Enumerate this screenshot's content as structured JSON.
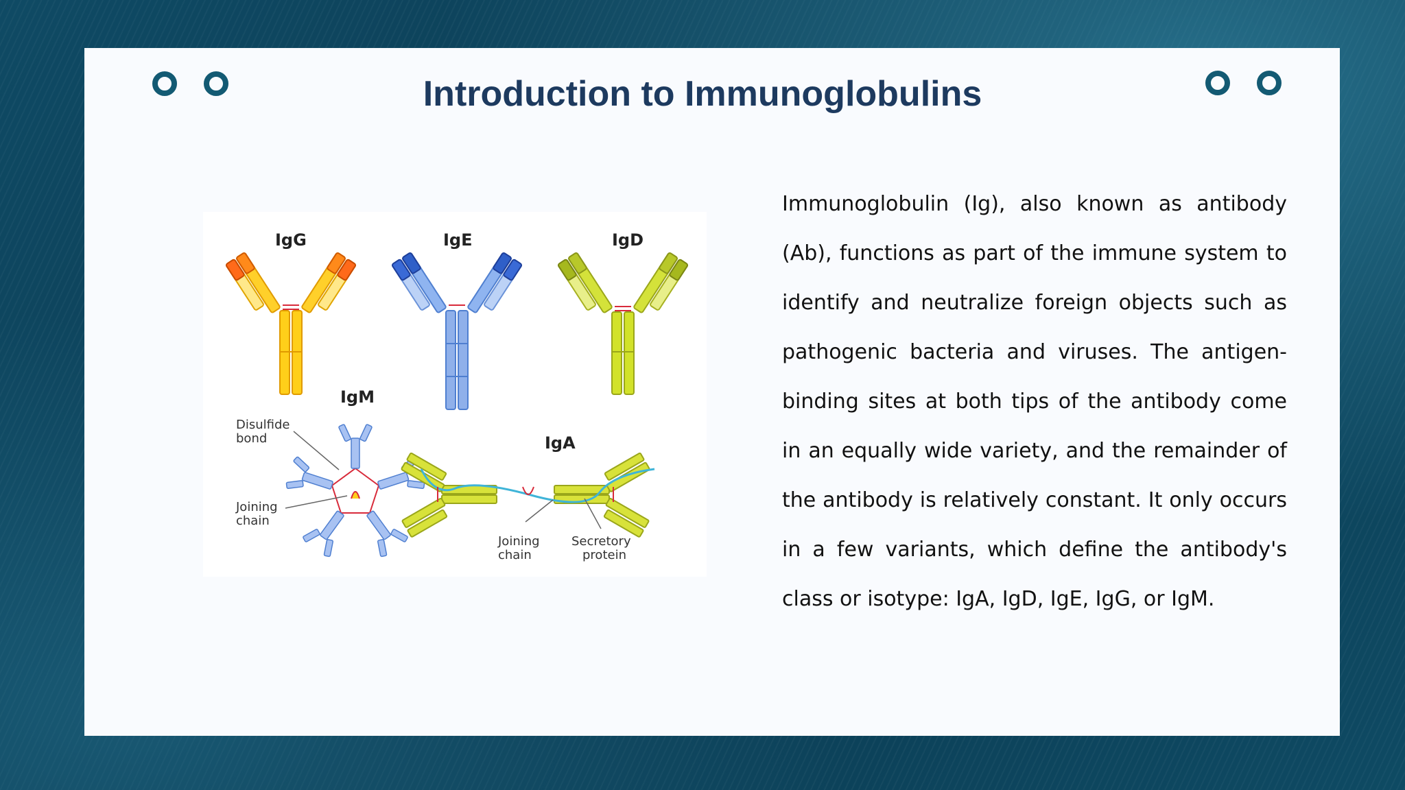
{
  "slide": {
    "title": "Introduction to Immunoglobulins",
    "body": "Immunoglobulin (Ig), also known as antibody (Ab), functions as part of the immune system to identify and neutralize foreign objects such as pathogenic bacteria and viruses. The antigen-binding sites at both tips of the antibody come in an equally wide variety, and the remainder of the antibody is relatively constant. It only occurs in a few variants, which define the antibody's class or isotype: IgA, IgD, IgE, IgG, or IgM."
  },
  "figure": {
    "labels": {
      "igg": "IgG",
      "ige": "IgE",
      "igd": "IgD",
      "igm": "IgM",
      "iga": "IgA",
      "disulfide_line1": "Disulfide",
      "disulfide_line2": "bond",
      "joining_line1": "Joining",
      "joining_line2": "chain",
      "iga_joining_line1": "Joining",
      "iga_joining_line2": "chain",
      "secretory_line1": "Secretory",
      "secretory_line2": "protein"
    }
  },
  "colors": {
    "background": "#0f4a64",
    "card": "#f9fbfe",
    "title": "#1d3a5f",
    "dot": "#135a73",
    "igg": "#f5b400",
    "ige": "#7fa6ea",
    "igd": "#c4d62a",
    "igm": "#8fb0ea",
    "iga": "#d8e23a",
    "bond": "#d82a3a"
  },
  "icons": [
    "circle-dot-icon",
    "circle-dot-icon",
    "circle-dot-icon",
    "circle-dot-icon"
  ]
}
